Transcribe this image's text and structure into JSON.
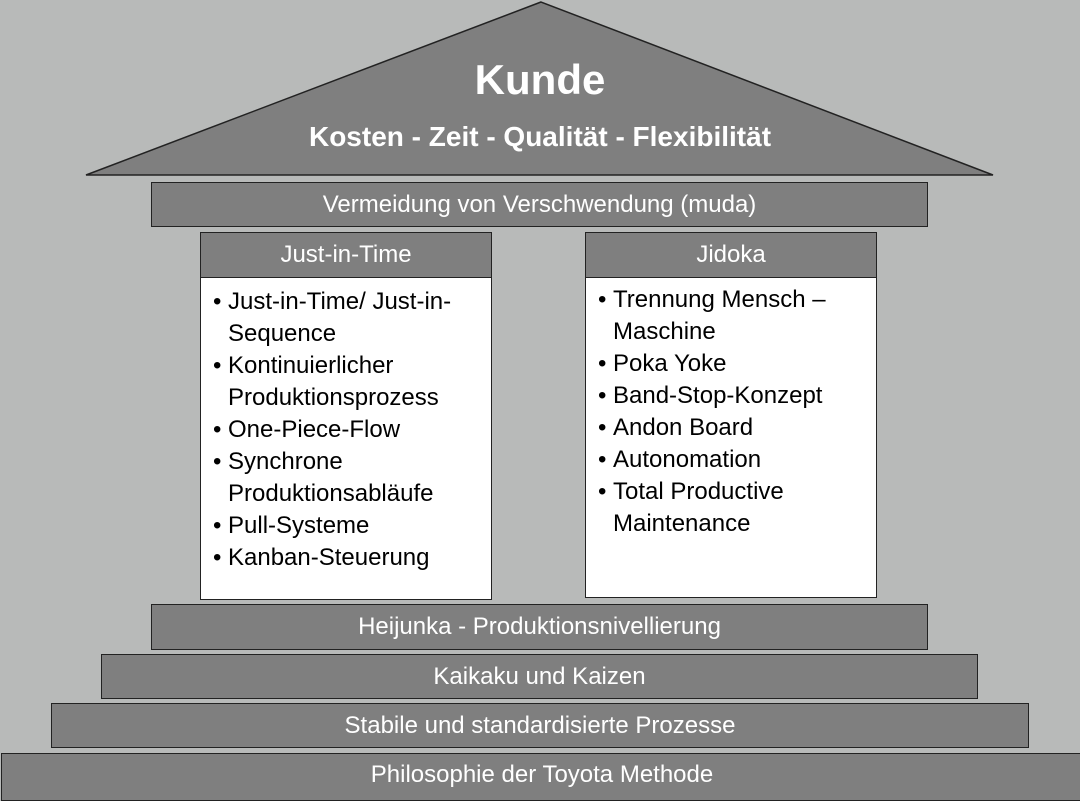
{
  "roof": {
    "title": "Kunde",
    "subtitle": "Kosten - Zeit - Qualität - Flexibilität"
  },
  "muda": "Vermeidung von Verschwendung (muda)",
  "pillars": [
    {
      "title": "Just-in-Time",
      "items": [
        "Just-in-Time/ Just-in-Sequence",
        "Kontinuierlicher Produktionsprozess",
        "One-Piece-Flow",
        "Synchrone Produktionsabläufe",
        "Pull-Systeme",
        "Kanban-Steuerung"
      ]
    },
    {
      "title": "Jidoka",
      "items": [
        "Trennung Mensch – Maschine",
        "Poka Yoke",
        "Band-Stop-Konzept",
        "Andon Board",
        "Autonomation",
        "Total Productive Maintenance"
      ]
    }
  ],
  "foundation": [
    "Heijunka - Produktionsnivellierung",
    "Kaikaku und Kaizen",
    "Stabile und standardisierte Prozesse",
    "Philosophie der Toyota Methode"
  ],
  "colors": {
    "background": "#b8bab9",
    "fill": "#7f7f7f",
    "text_light": "#ffffff"
  }
}
